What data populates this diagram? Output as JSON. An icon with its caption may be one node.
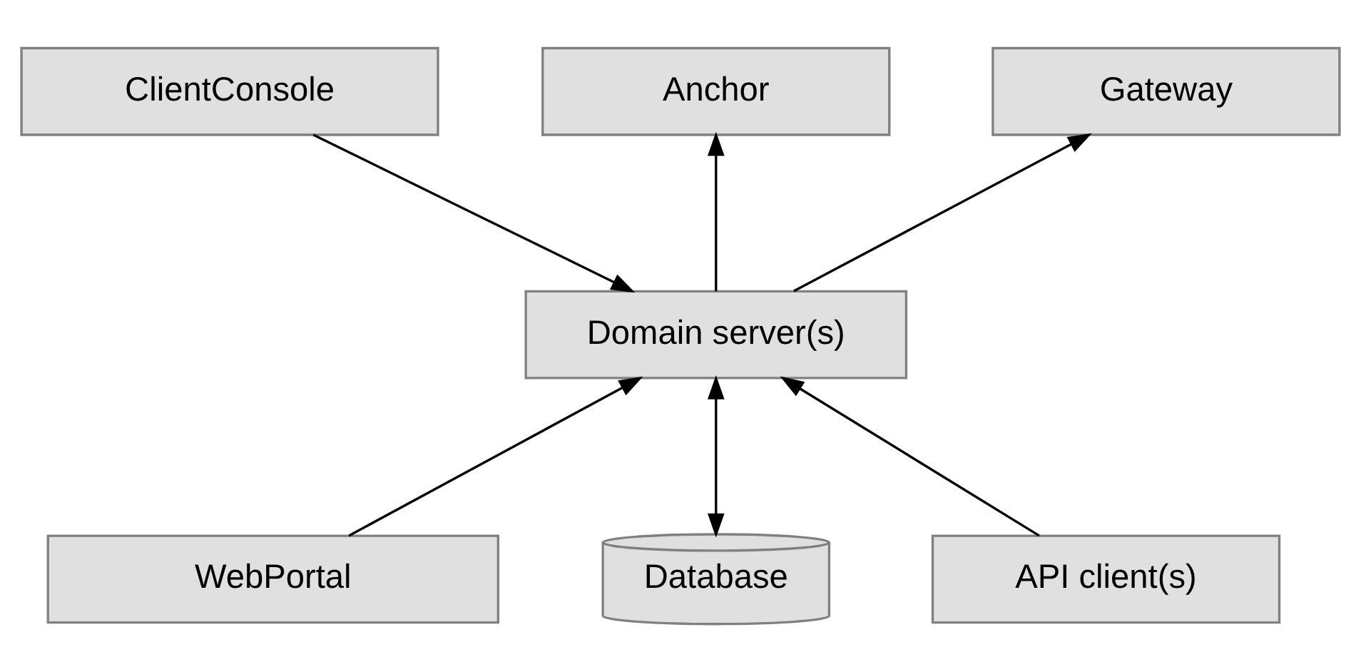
{
  "diagram": {
    "nodes": [
      {
        "text": [
          "ClientConsole"
        ]
      },
      {
        "text": [
          "Anchor"
        ]
      },
      {
        "text": [
          "Gateway"
        ]
      },
      {
        "text": [
          "Domain server(s)"
        ]
      },
      {
        "text": [
          "WebPortal"
        ]
      },
      {
        "text": [
          "Database"
        ]
      },
      {
        "text": [
          "API client(s)"
        ]
      }
    ],
    "edges": [
      {
        "from": 0,
        "to": 3,
        "arrow": "to"
      },
      {
        "from": 3,
        "to": 1,
        "arrow": "to"
      },
      {
        "from": 3,
        "to": 2,
        "arrow": "to"
      },
      {
        "from": 4,
        "to": 3,
        "arrow": "to"
      },
      {
        "from": 3,
        "to": 5,
        "arrow": "both"
      },
      {
        "from": 6,
        "to": 3,
        "arrow": "to"
      }
    ]
  }
}
